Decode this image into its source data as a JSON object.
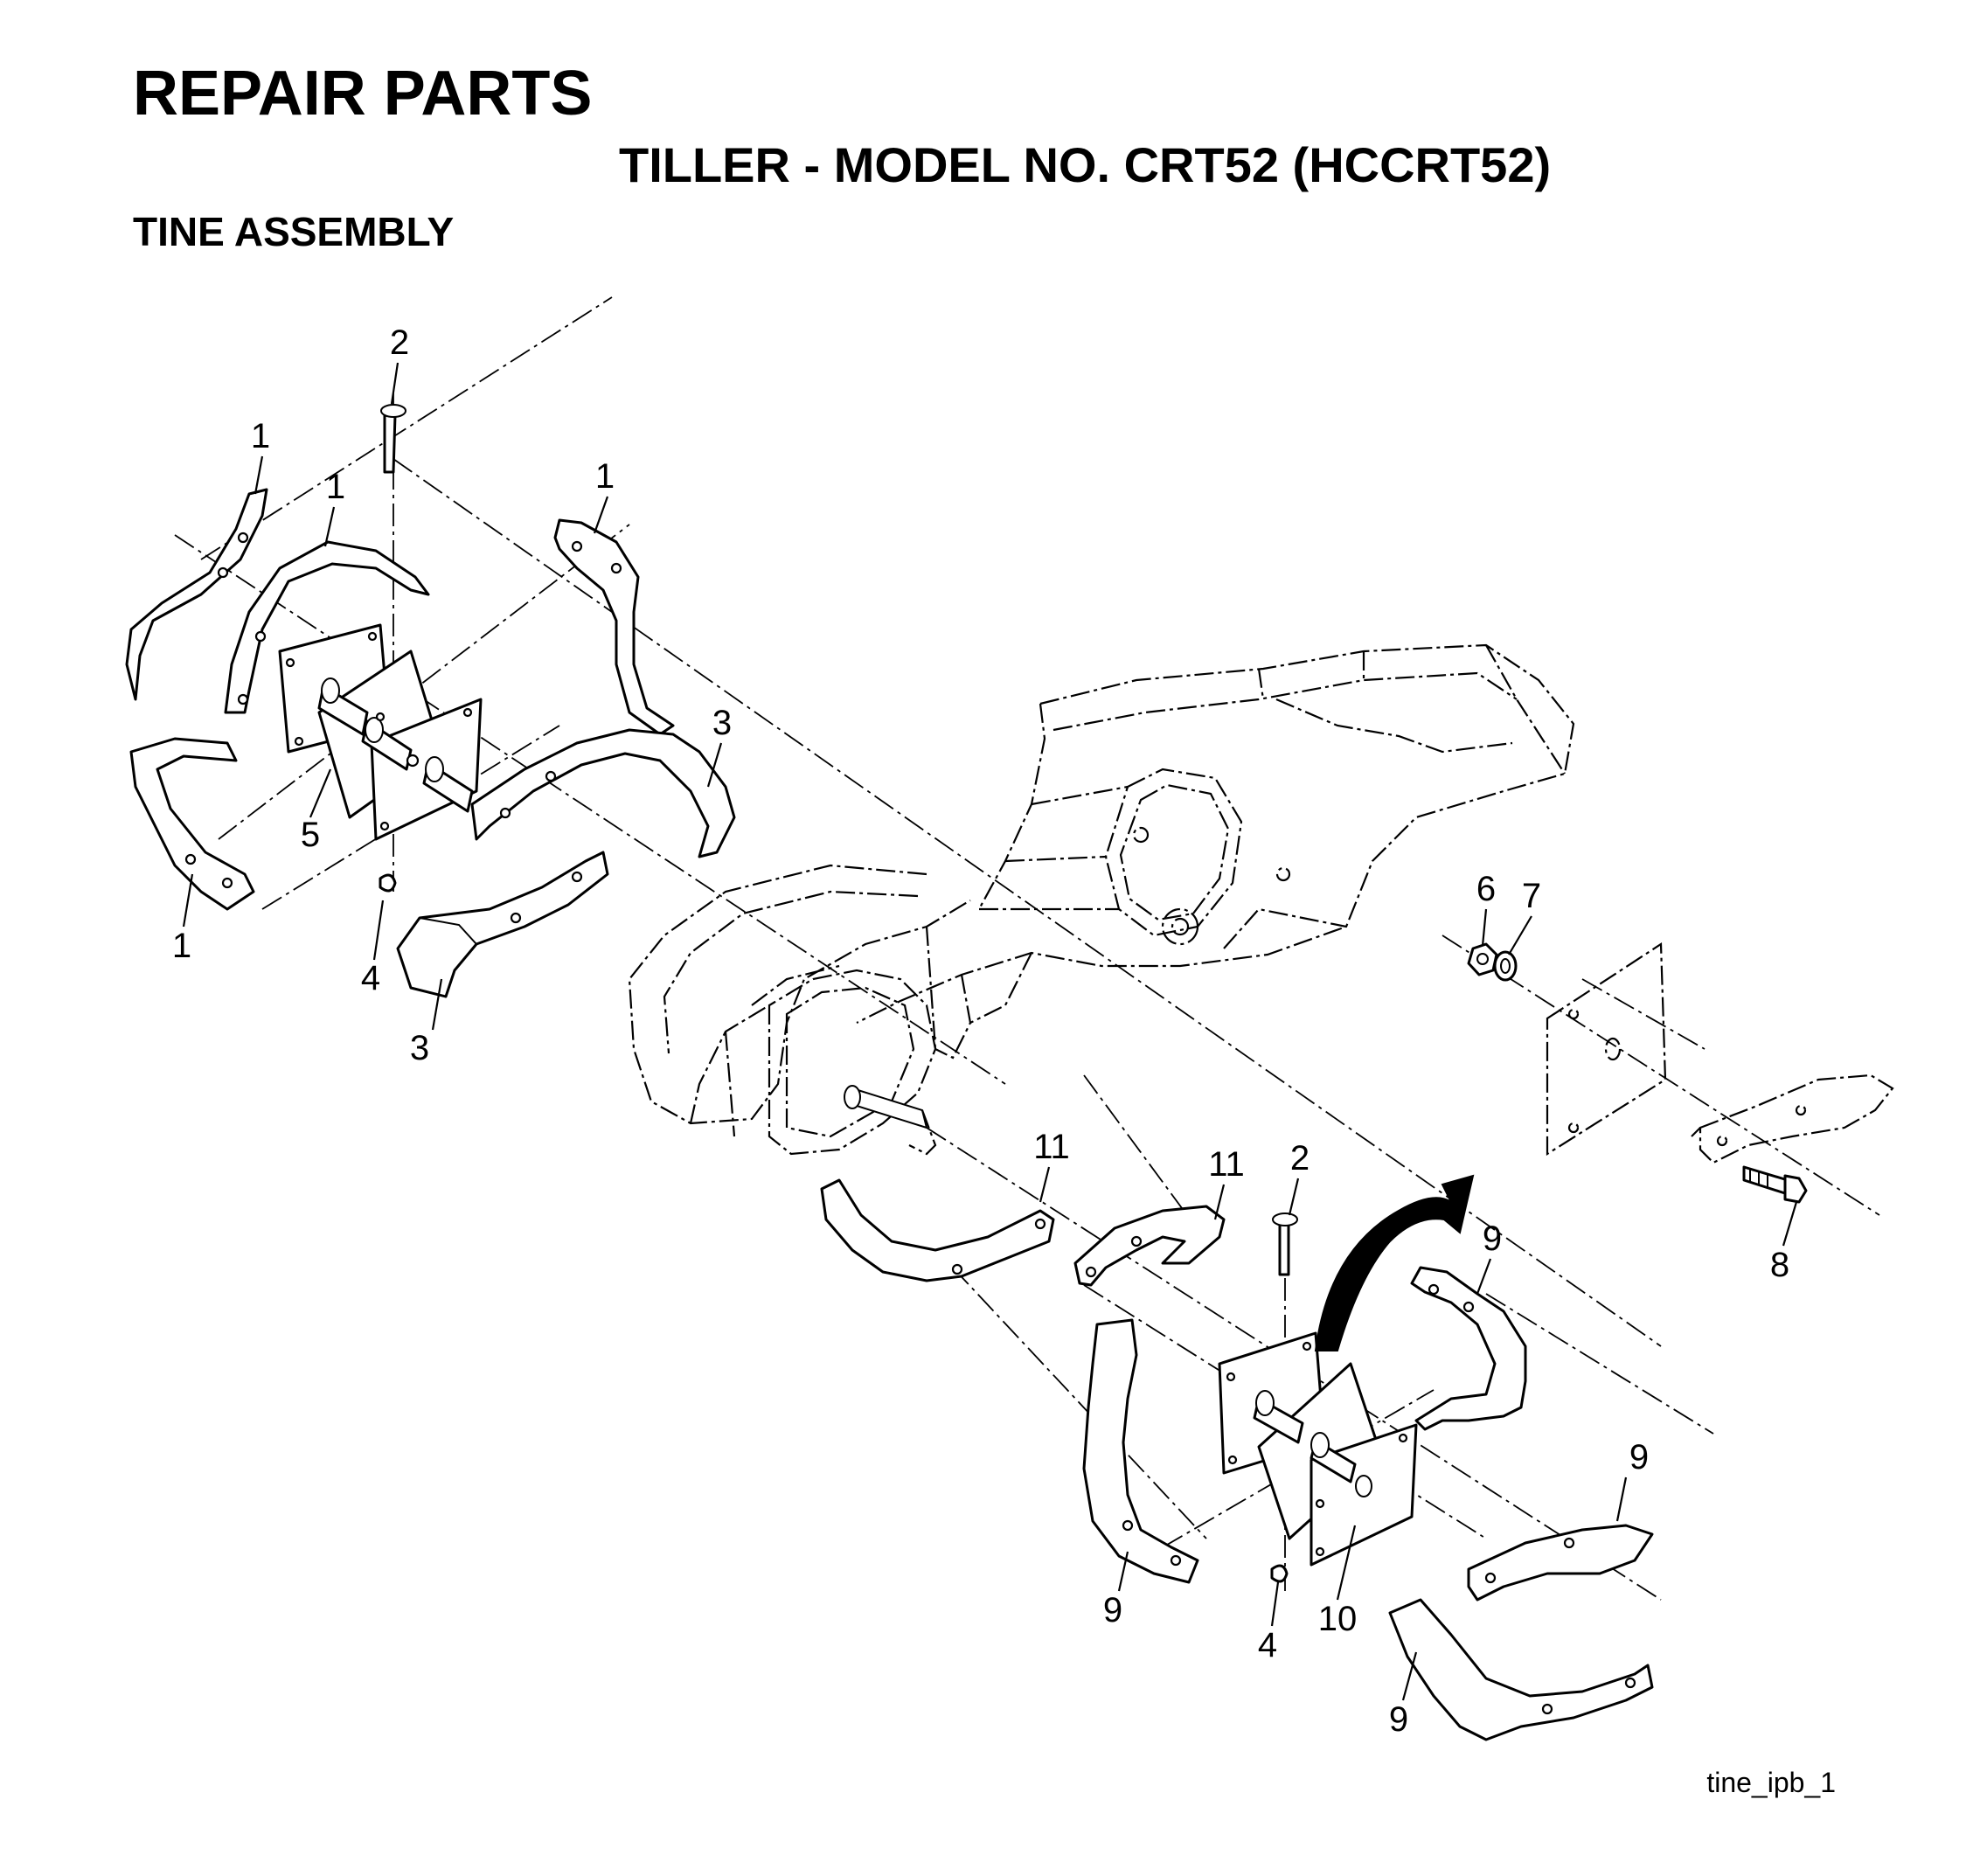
{
  "header": {
    "title": "REPAIR PARTS",
    "model": "TILLER - MODEL NO. CRT52 (HCCRT52)",
    "section": "TINE ASSEMBLY"
  },
  "figure": {
    "code": "tine_ipb_1",
    "callouts": [
      "1",
      "2",
      "3",
      "4",
      "5",
      "6",
      "7",
      "8",
      "9",
      "10",
      "11"
    ]
  }
}
